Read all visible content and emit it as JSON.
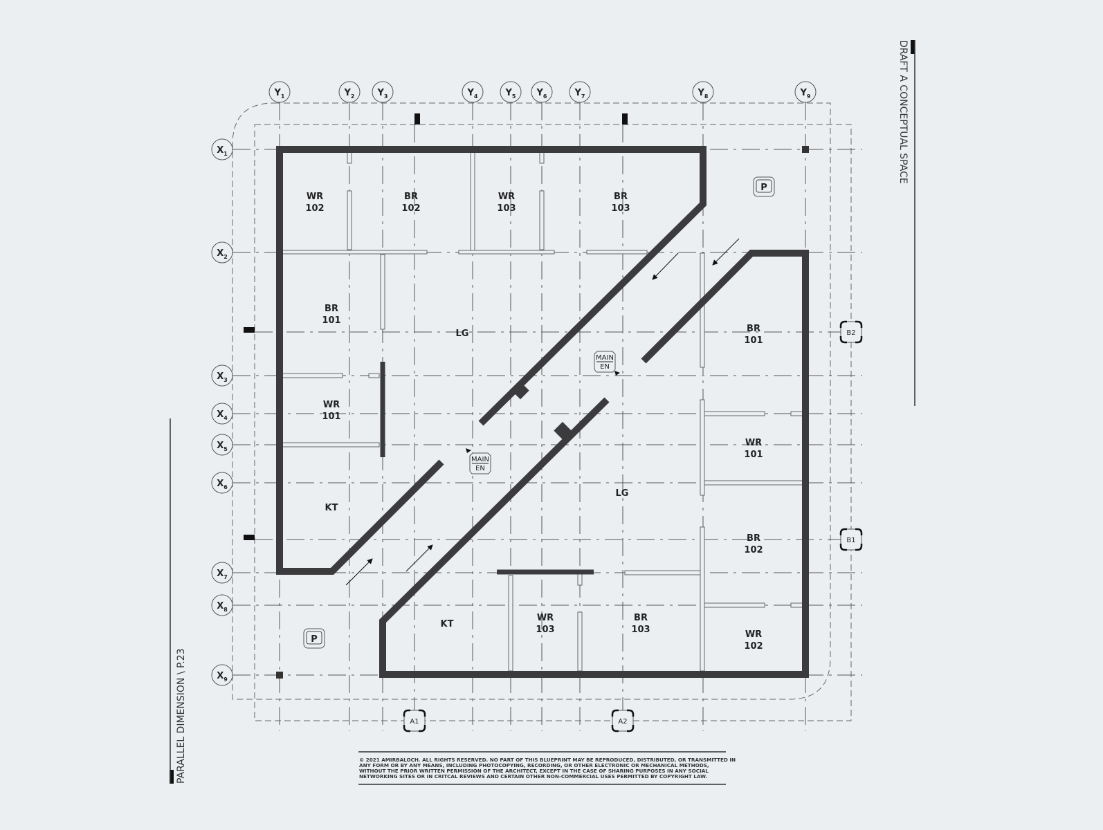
{
  "grid": {
    "y_axes": [
      "Y1",
      "Y2",
      "Y3",
      "Y4",
      "Y5",
      "Y6",
      "Y7",
      "Y8",
      "Y9"
    ],
    "x_axes": [
      "X1",
      "X2",
      "X3",
      "X4",
      "X5",
      "X6",
      "X7",
      "X8",
      "X9"
    ],
    "a_markers": [
      "A1",
      "A2"
    ],
    "b_markers": [
      "B2",
      "B1"
    ]
  },
  "rooms": [
    {
      "name": "WR",
      "num": "102"
    },
    {
      "name": "BR",
      "num": "102"
    },
    {
      "name": "WR",
      "num": "103"
    },
    {
      "name": "BR",
      "num": "103"
    },
    {
      "name": "BR",
      "num": "101"
    },
    {
      "name": "WR",
      "num": "101"
    },
    {
      "name": "KT",
      "num": ""
    },
    {
      "name": "LG",
      "num": ""
    },
    {
      "name": "BR",
      "num": "101"
    },
    {
      "name": "WR",
      "num": "101"
    },
    {
      "name": "LG",
      "num": ""
    },
    {
      "name": "BR",
      "num": "102"
    },
    {
      "name": "KT",
      "num": ""
    },
    {
      "name": "WR",
      "num": "103"
    },
    {
      "name": "BR",
      "num": "103"
    },
    {
      "name": "WR",
      "num": "102"
    }
  ],
  "entrances": [
    {
      "line1": "MAIN",
      "line2": "EN"
    },
    {
      "line1": "MAIN",
      "line2": "EN"
    }
  ],
  "parking": [
    "P",
    "P"
  ],
  "side_title_right": "DRAFT A CONCEPTUAL SPACE",
  "side_title_left": "PARALLEL DIMENSION \\ P.23",
  "copyright": [
    "© 2021 AMIRBALOCH. ALL RIGHTS RESERVED. NO PART OF THIS BLUEPRINT MAY BE REPRODUCED, DISTRIBUTED, OR TRANSMITTED IN",
    "ANY FORM OR BY ANY MEANS, INCLUDING PHOTOCOPYING, RECORDING, OR OTHER ELECTRONIC OR MECHANICAL METHODS,",
    "WITHOUT THE PRIOR WRITTEN PERMISSION OF THE ARCHITECT, EXCEPT IN THE CASE OF SHARING PURPOSES IN ANY SOCIAL",
    "NETWORKING SITES OR IN CRITCAL REVIEWS AND CERTAIN OTHER NON-COMMERCIAL USES PERMITTED BY COPYRIGHT LAW."
  ],
  "colors": {
    "background": "#ebeff2",
    "wall": "#3b3b3d",
    "ink": "#222222"
  }
}
